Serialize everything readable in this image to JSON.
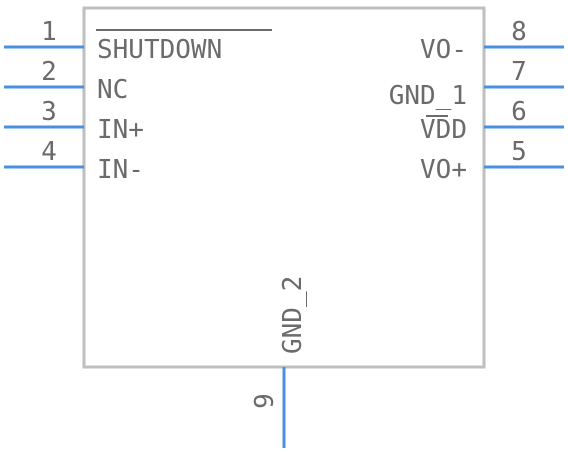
{
  "component": {
    "pins": [
      {
        "number": "1",
        "name": "SHUTDOWN",
        "side": "left",
        "overbar": true
      },
      {
        "number": "2",
        "name": "NC",
        "side": "left"
      },
      {
        "number": "3",
        "name": "IN+",
        "side": "left"
      },
      {
        "number": "4",
        "name": "IN-",
        "side": "left"
      },
      {
        "number": "8",
        "name": "VO-",
        "side": "right"
      },
      {
        "number": "7",
        "name": "GND_1",
        "side": "right"
      },
      {
        "number": "6",
        "name": "VDD",
        "side": "right",
        "partial_overbar": "DD"
      },
      {
        "number": "5",
        "name": "VO+",
        "side": "right"
      },
      {
        "number": "9",
        "name": "GND_2",
        "side": "bottom"
      }
    ]
  },
  "colors": {
    "pin": "#4a90e2",
    "outline": "#bfbfbf",
    "text": "#6b6b6b"
  }
}
